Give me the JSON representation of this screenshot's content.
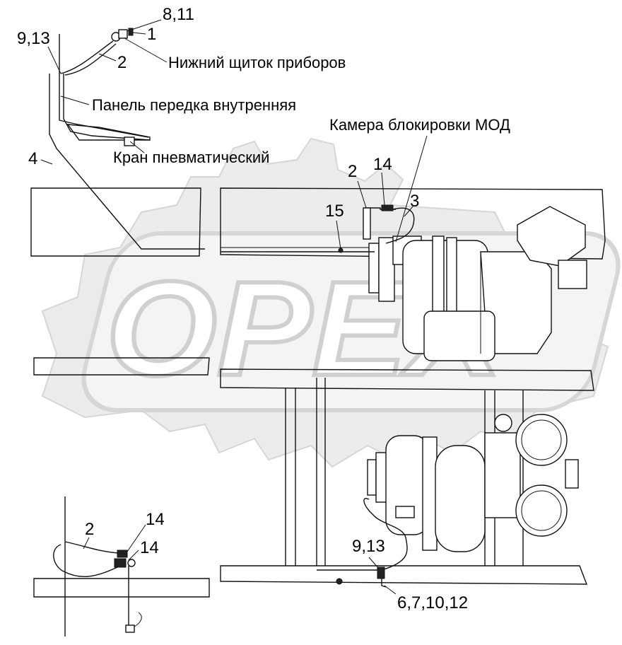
{
  "watermark": {
    "text": "OPEX",
    "color": "#d9d9d9"
  },
  "labels": {
    "num_8_11": "8,11",
    "num_1": "1",
    "num_9_13_top": "9,13",
    "num_2_top": "2",
    "lower_instrument_panel": "Нижний щиток приборов",
    "inner_front_panel": "Панель передка внутренняя",
    "mod_lock_chamber": "Камера блокировки МОД",
    "pneumatic_valve": "Кран пневматический",
    "num_4": "4",
    "num_2_mid": "2",
    "num_14_mid": "14",
    "num_3": "3",
    "num_15": "15",
    "num_2_bottom": "2",
    "num_14_bottom_a": "14",
    "num_14_bottom_b": "14",
    "num_9_13_bottom": "9,13",
    "num_6_7_10_12": "6,7,10,12"
  }
}
